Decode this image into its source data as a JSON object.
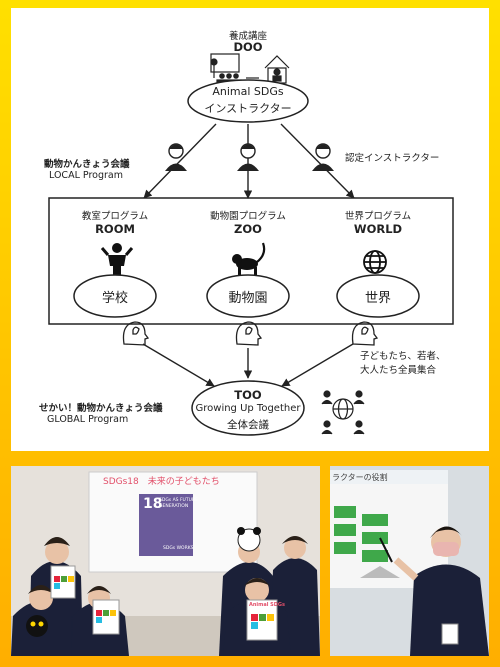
{
  "diagram": {
    "doo": {
      "subtitle": "養成講座",
      "title": "DOO",
      "ellipse_line1": "Animal SDGs",
      "ellipse_line2": "インストラクター"
    },
    "local": {
      "label": "動物かんきょう会議",
      "sub": "LOCAL Program"
    },
    "certified": "認定インストラクター",
    "programs": [
      {
        "subtitle": "教室プログラム",
        "title": "ROOM",
        "ellipse": "学校",
        "icon": "person-icon"
      },
      {
        "subtitle": "動物園プログラム",
        "title": "ZOO",
        "ellipse": "動物園",
        "icon": "monkey-icon"
      },
      {
        "subtitle": "世界プログラム",
        "title": "WORLD",
        "ellipse": "世界",
        "icon": "globe-icon"
      }
    ],
    "gather": {
      "line1": "子どもたち、若者、",
      "line2": "大人たち全員集合"
    },
    "global": {
      "label": "せかい！動物かんきょう会議",
      "sub": "GLOBAL Program"
    },
    "too": {
      "title": "TOO",
      "line1": "Growing Up Together",
      "line2": "全体会議"
    }
  },
  "photos": {
    "left": {
      "screen_title": "SDGs18　未来の子どもたち",
      "goal_number": "18",
      "goal_line1": "SDGs AS FUTURE",
      "goal_line2": "GENERATION",
      "goal_footer": "SDGs WORKS",
      "book_title": "Animal SDGs"
    },
    "right": {
      "screen_title": "ラクターの役割"
    }
  },
  "colors": {
    "background_top": "#ffe000",
    "background_bottom": "#ffae00",
    "goal_purple": "#6a5a9a",
    "slide_green": "#3fa84a",
    "shirt_navy": "#1b2038"
  }
}
